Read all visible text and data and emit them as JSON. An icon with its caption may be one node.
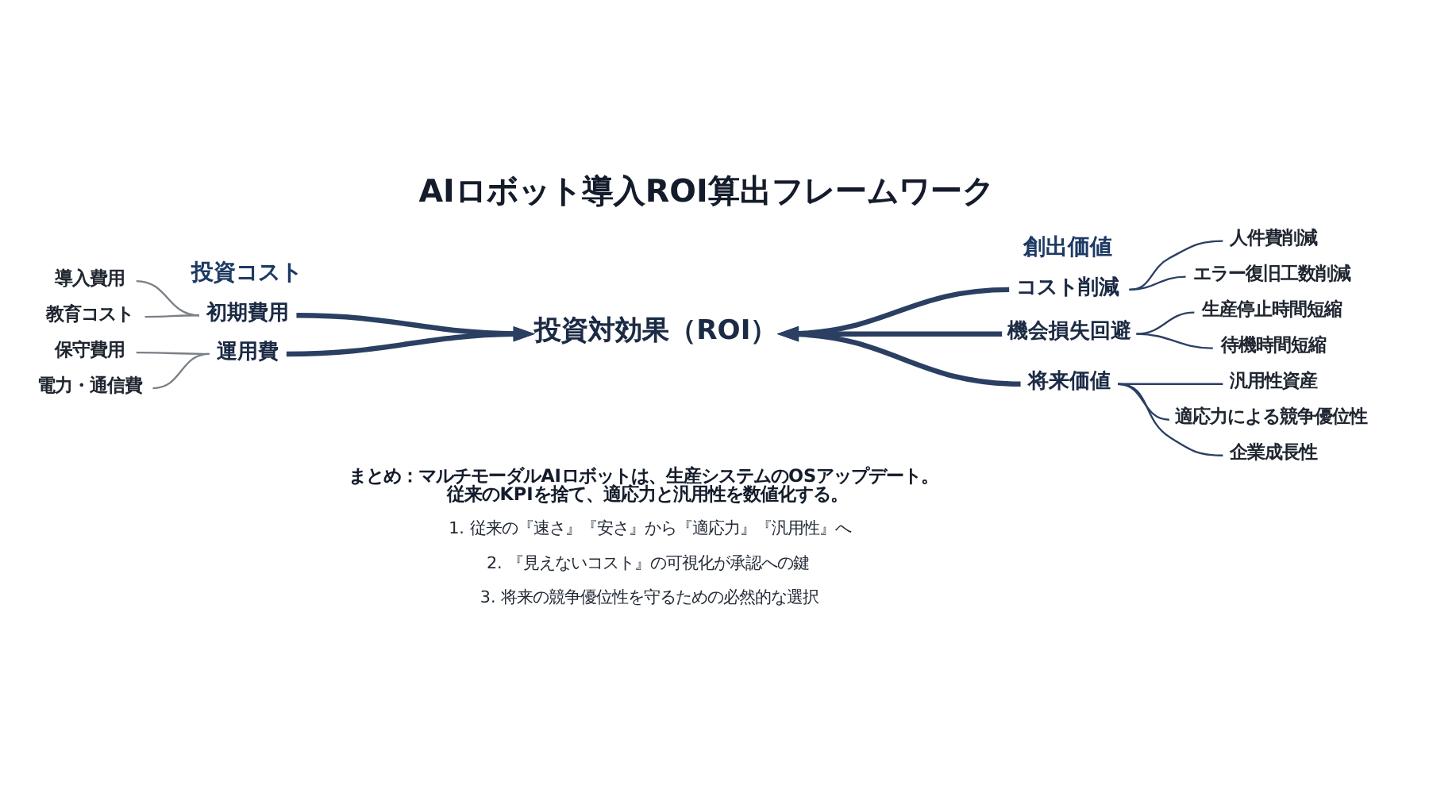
{
  "diagram": {
    "title": "AIロボット導入ROI算出フレームワーク",
    "nodes": [
      {
        "text": [
          "導入費用"
        ]
      },
      {
        "text": [
          "教育コスト"
        ]
      },
      {
        "text": [
          "初期費用"
        ]
      },
      {
        "text": [
          "保守費用"
        ]
      },
      {
        "text": [
          "電力・通信費"
        ]
      },
      {
        "text": [
          "運用費"
        ]
      },
      {
        "text": [
          "投資対効果（ROI）"
        ]
      },
      {
        "text": [
          "コスト削減"
        ]
      },
      {
        "text": [
          "人件費削減"
        ]
      },
      {
        "text": [
          "エラー復旧工数削減"
        ]
      },
      {
        "text": [
          "機会損失回避"
        ]
      },
      {
        "text": [
          "生産停止時間短縮"
        ]
      },
      {
        "text": [
          "待機時間短縮"
        ]
      },
      {
        "text": [
          "将来価値"
        ]
      },
      {
        "text": [
          "汎用性資産"
        ]
      },
      {
        "text": [
          "適応力による競争優位性"
        ]
      },
      {
        "text": [
          "企業成長性"
        ]
      }
    ],
    "edges": [
      {
        "from": 0,
        "to": 2,
        "arrow": "none",
        "color": "#7a7f87"
      },
      {
        "from": 1,
        "to": 2,
        "arrow": "none",
        "color": "#7a7f87"
      },
      {
        "from": 3,
        "to": 5,
        "arrow": "none",
        "color": "#7a7f87"
      },
      {
        "from": 4,
        "to": 5,
        "arrow": "none",
        "color": "#7a7f87"
      },
      {
        "from": 2,
        "to": 6,
        "arrow": "to",
        "style": "thick"
      },
      {
        "from": 5,
        "to": 6,
        "arrow": "to",
        "style": "thick"
      },
      {
        "from": 7,
        "to": 6,
        "arrow": "to",
        "style": "thick"
      },
      {
        "from": 10,
        "to": 6,
        "arrow": "to",
        "style": "thick"
      },
      {
        "from": 13,
        "to": 6,
        "arrow": "to",
        "style": "thick"
      },
      {
        "from": 7,
        "to": 8,
        "arrow": "none"
      },
      {
        "from": 7,
        "to": 9,
        "arrow": "none"
      },
      {
        "from": 10,
        "to": 11,
        "arrow": "none"
      },
      {
        "from": 10,
        "to": 12,
        "arrow": "none"
      },
      {
        "from": 13,
        "to": 14,
        "arrow": "none"
      },
      {
        "from": 13,
        "to": 15,
        "arrow": "none"
      },
      {
        "from": 13,
        "to": 16,
        "arrow": "none"
      }
    ],
    "labels": [
      "投資コスト",
      "創出価値",
      "まとめ：マルチモーダルAIロボットは、生産システムのOSアップデート。従来のKPIを捨て、適応力と汎用性を数値化する。",
      "1. 従来の『速さ』『安さ』から『適応力』『汎用性』へ",
      "2. 『見えないコスト』の可視化が承認への鍵",
      "3. 将来の競争優位性を守るための必然的な選択"
    ]
  }
}
